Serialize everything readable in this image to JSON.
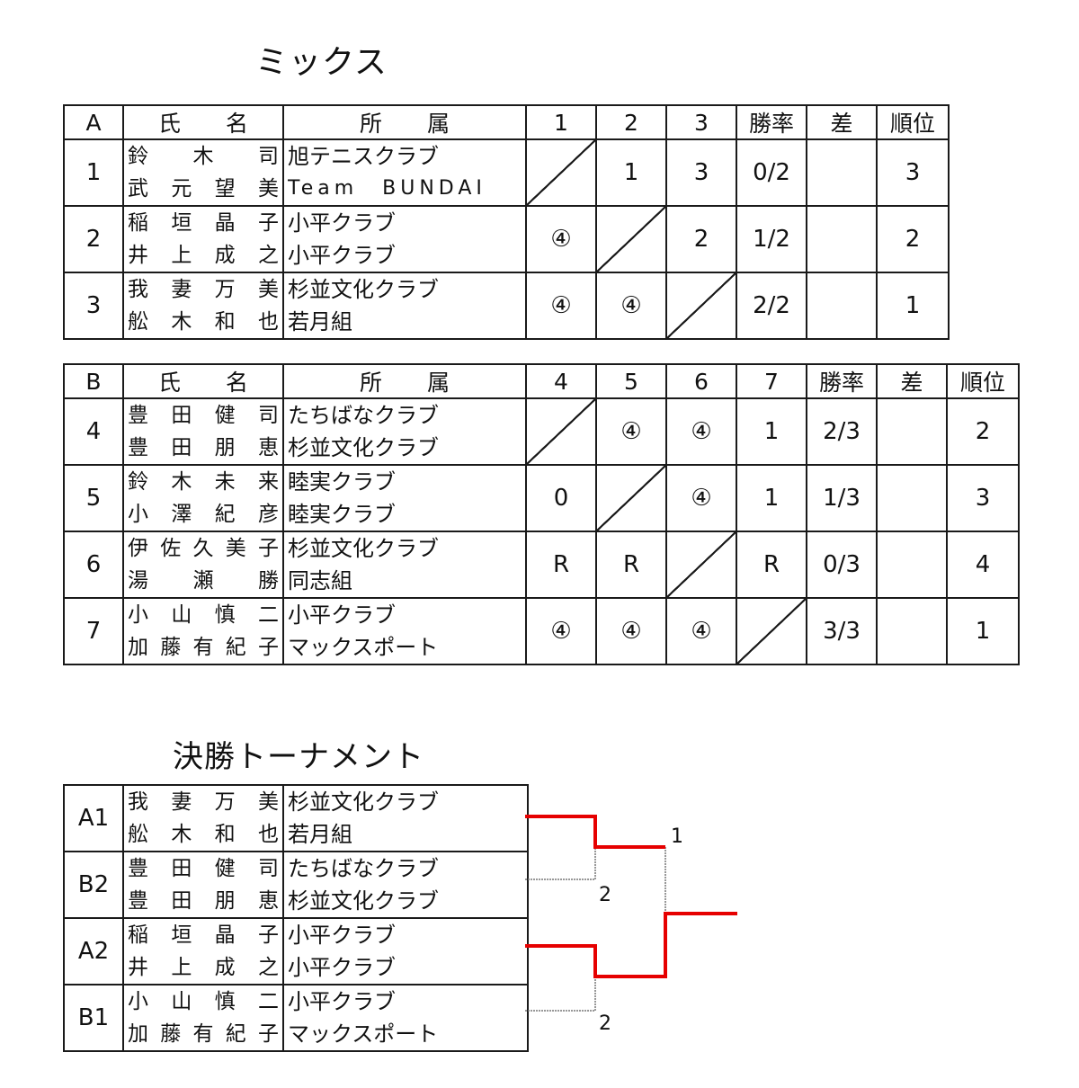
{
  "title_mixed": "ミックス",
  "title_final": "決勝トーナメント",
  "table_a": {
    "header": [
      "A",
      "氏　　名",
      "所　　属",
      "1",
      "2",
      "3",
      "勝率",
      "差",
      "順位"
    ],
    "rows": [
      {
        "no": "1",
        "p1": [
          "鈴",
          "木",
          "司"
        ],
        "p2": [
          "武",
          "元",
          "望",
          "美"
        ],
        "c1": "旭テニスクラブ",
        "c2": "Team　BUNDAI",
        "r": [
          "",
          "1",
          "3"
        ],
        "rate": "0/2",
        "diff": "",
        "rank": "3"
      },
      {
        "no": "2",
        "p1": [
          "稲",
          "垣",
          "晶",
          "子"
        ],
        "p2": [
          "井",
          "上",
          "成",
          "之"
        ],
        "c1": "小平クラブ",
        "c2": "小平クラブ",
        "r": [
          "④",
          "",
          "2"
        ],
        "rate": "1/2",
        "diff": "",
        "rank": "2"
      },
      {
        "no": "3",
        "p1": [
          "我",
          "妻",
          "万",
          "美"
        ],
        "p2": [
          "舩",
          "木",
          "和",
          "也"
        ],
        "c1": "杉並文化クラブ",
        "c2": "若月組",
        "r": [
          "④",
          "④",
          ""
        ],
        "rate": "2/2",
        "diff": "",
        "rank": "1"
      }
    ]
  },
  "table_b": {
    "header": [
      "B",
      "氏　　名",
      "所　　属",
      "4",
      "5",
      "6",
      "7",
      "勝率",
      "差",
      "順位"
    ],
    "rows": [
      {
        "no": "4",
        "p1": [
          "豊",
          "田",
          "健",
          "司"
        ],
        "p2": [
          "豊",
          "田",
          "朋",
          "恵"
        ],
        "c1": "たちばなクラブ",
        "c2": "杉並文化クラブ",
        "r": [
          "",
          "④",
          "④",
          "1"
        ],
        "rate": "2/3",
        "diff": "",
        "rank": "2"
      },
      {
        "no": "5",
        "p1": [
          "鈴",
          "木",
          "未",
          "来"
        ],
        "p2": [
          "小",
          "澤",
          "紀",
          "彦"
        ],
        "c1": "睦実クラブ",
        "c2": "睦実クラブ",
        "r": [
          "0",
          "",
          "④",
          "1"
        ],
        "rate": "1/3",
        "diff": "",
        "rank": "3"
      },
      {
        "no": "6",
        "p1": [
          "伊",
          "佐",
          "久",
          "美",
          "子"
        ],
        "p2": [
          "湯",
          "瀬",
          "勝"
        ],
        "c1": "杉並文化クラブ",
        "c2": "同志組",
        "r": [
          "R",
          "R",
          "",
          "R"
        ],
        "rate": "0/3",
        "diff": "",
        "rank": "4"
      },
      {
        "no": "7",
        "p1": [
          "小",
          "山",
          "慎",
          "二"
        ],
        "p2": [
          "加",
          "藤",
          "有",
          "紀",
          "子"
        ],
        "c1": "小平クラブ",
        "c2": "マックスポート",
        "r": [
          "④",
          "④",
          "④",
          ""
        ],
        "rate": "3/3",
        "diff": "",
        "rank": "1"
      }
    ]
  },
  "table_final": {
    "rows": [
      {
        "seed": "A1",
        "p1": [
          "我",
          "妻",
          "万",
          "美"
        ],
        "p2": [
          "舩",
          "木",
          "和",
          "也"
        ],
        "c1": "杉並文化クラブ",
        "c2": "若月組"
      },
      {
        "seed": "B2",
        "p1": [
          "豊",
          "田",
          "健",
          "司"
        ],
        "p2": [
          "豊",
          "田",
          "朋",
          "恵"
        ],
        "c1": "たちばなクラブ",
        "c2": "杉並文化クラブ"
      },
      {
        "seed": "A2",
        "p1": [
          "稲",
          "垣",
          "晶",
          "子"
        ],
        "p2": [
          "井",
          "上",
          "成",
          "之"
        ],
        "c1": "小平クラブ",
        "c2": "小平クラブ"
      },
      {
        "seed": "B1",
        "p1": [
          "小",
          "山",
          "慎",
          "二"
        ],
        "p2": [
          "加",
          "藤",
          "有",
          "紀",
          "子"
        ],
        "c1": "小平クラブ",
        "c2": "マックスポート"
      }
    ]
  },
  "bracket": {
    "win_color": "#e60000",
    "lose_color": "#777777",
    "scores": [
      "1",
      "2",
      "2"
    ]
  }
}
